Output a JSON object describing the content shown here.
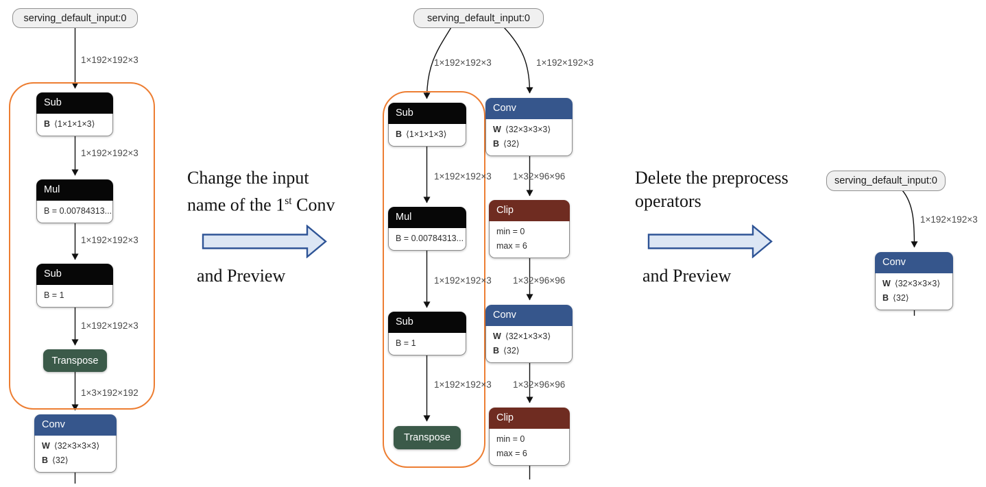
{
  "annotations": {
    "step1": {
      "line1": "Change the input",
      "line2_pre": "name of the 1",
      "line2_sup": "st",
      "line2_post": " Conv",
      "preview": "and Preview"
    },
    "step2": {
      "line1": "Delete the preprocess",
      "line2": "operators",
      "preview": "and Preview"
    }
  },
  "colors": {
    "conv_header": "#36568c",
    "clip_header": "#6f2c21",
    "black_header": "#070707",
    "transpose_bg": "#3b5a49",
    "highlight_border": "#ed7d31",
    "block_arrow_fill": "#dce6f4",
    "block_arrow_stroke": "#2e5496",
    "edge_stroke": "#111111"
  },
  "graphs": {
    "left": {
      "input_label": "serving_default_input:0",
      "edge_labels": [
        "1×192×192×3",
        "1×192×192×3",
        "1×192×192×3",
        "1×192×192×3",
        "1×3×192×192"
      ],
      "nodes": {
        "sub1": {
          "title": "Sub",
          "attr_k": "B",
          "attr_v": "⟨1×1×1×3⟩"
        },
        "mul": {
          "title": "Mul",
          "attr": "B = 0.00784313..."
        },
        "sub2": {
          "title": "Sub",
          "attr": "B = 1"
        },
        "transpose": {
          "title": "Transpose"
        },
        "conv": {
          "title": "Conv",
          "w_k": "W",
          "w_v": "⟨32×3×3×3⟩",
          "b_k": "B",
          "b_v": "⟨32⟩"
        }
      }
    },
    "middle": {
      "input_label": "serving_default_input:0",
      "edge_labels": {
        "left_top": "1×192×192×3",
        "right_top": "1×192×192×3",
        "sub1_mul": "1×192×192×3",
        "mul_sub2": "1×192×192×3",
        "sub2_transpose": "1×192×192×3",
        "conv1_clip1": "1×32×96×96",
        "clip1_conv2": "1×32×96×96",
        "conv2_clip2": "1×32×96×96"
      },
      "nodes": {
        "sub1": {
          "title": "Sub",
          "attr_k": "B",
          "attr_v": "⟨1×1×1×3⟩"
        },
        "mul": {
          "title": "Mul",
          "attr": "B = 0.00784313..."
        },
        "sub2": {
          "title": "Sub",
          "attr": "B = 1"
        },
        "transpose": {
          "title": "Transpose"
        },
        "conv1": {
          "title": "Conv",
          "w_k": "W",
          "w_v": "⟨32×3×3×3⟩",
          "b_k": "B",
          "b_v": "⟨32⟩"
        },
        "clip1": {
          "title": "Clip",
          "min": "min = 0",
          "max": "max = 6"
        },
        "conv2": {
          "title": "Conv",
          "w_k": "W",
          "w_v": "⟨32×1×3×3⟩",
          "b_k": "B",
          "b_v": "⟨32⟩"
        },
        "clip2": {
          "title": "Clip",
          "min": "min = 0",
          "max": "max = 6"
        }
      }
    },
    "right": {
      "input_label": "serving_default_input:0",
      "edge_labels": [
        "1×192×192×3"
      ],
      "nodes": {
        "conv": {
          "title": "Conv",
          "w_k": "W",
          "w_v": "⟨32×3×3×3⟩",
          "b_k": "B",
          "b_v": "⟨32⟩"
        }
      }
    }
  }
}
